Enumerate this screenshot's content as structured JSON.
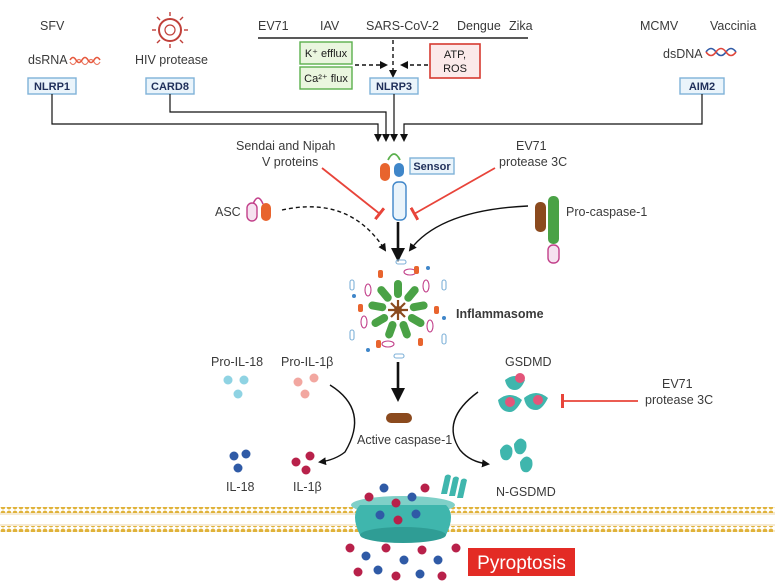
{
  "top_viruses": [
    "EV71",
    "IAV",
    "SARS-CoV-2",
    "Dengue",
    "Zika"
  ],
  "sensors": {
    "sfv": "SFV",
    "dsrna": "dsRNA",
    "nlrp1": "NLRP1",
    "hiv": "HIV protease",
    "card8": "CARD8",
    "nlrp3": "NLRP3",
    "mcmv": "MCMV",
    "vaccinia": "Vaccinia",
    "dsdna": "dsDNA",
    "aim2": "AIM2"
  },
  "triggers": {
    "k_efflux": "K⁺ efflux",
    "ca_flux": "Ca²⁺ flux",
    "atp": "ATP,",
    "ros": "ROS"
  },
  "inhibitors": {
    "sendai_1": "Sendai and Nipah",
    "sendai_2": "V proteins",
    "ev71_top_1": "EV71",
    "ev71_top_2": "protease 3C",
    "ev71_bot_1": "EV71",
    "ev71_bot_2": "protease 3C"
  },
  "components": {
    "sensor": "Sensor",
    "asc": "ASC",
    "pro_caspase": "Pro-caspase-1",
    "inflammasome": "Inflammasome",
    "pro_il18": "Pro-IL-18",
    "pro_il1b": "Pro-IL-1β",
    "gsdmd": "GSDMD",
    "active_caspase": "Active caspase-1",
    "il18": "IL-18",
    "il1b": "IL-1β",
    "n_gsdmd": "N-GSDMD",
    "pyroptosis": "Pyroptosis"
  },
  "colors": {
    "inhibit_red": "#e8443a",
    "box_blue_border": "#7fb2d8",
    "box_blue_fill": "#eaf4fb",
    "box_green_border": "#5bb04d",
    "box_green_fill": "#eaf6df",
    "teal": "#3fb6ad",
    "pyroptosis_red": "#e32b25"
  }
}
